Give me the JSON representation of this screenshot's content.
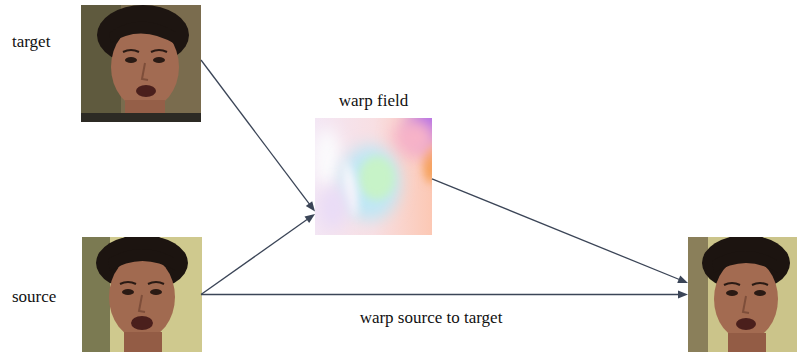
{
  "diagram": {
    "nodes": [
      {
        "text": [
          "target"
        ]
      },
      {
        "text": [
          "warp field"
        ]
      },
      {
        "text": [
          "source"
        ]
      },
      {
        "text": []
      }
    ],
    "edges": [
      {
        "from": 0,
        "to": 1,
        "arrow": "to"
      },
      {
        "from": 2,
        "to": 1,
        "arrow": "to"
      },
      {
        "from": 1,
        "to": 3,
        "arrow": "to"
      },
      {
        "from": 2,
        "to": 3,
        "label": "warp source to target",
        "arrow": "to"
      }
    ]
  }
}
